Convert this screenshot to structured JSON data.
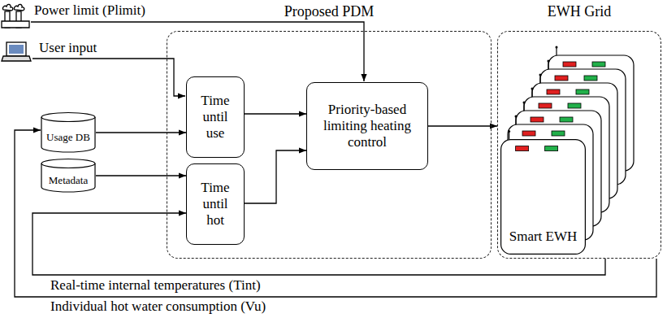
{
  "diagram": {
    "nodes": [
      {
        "text": [
          "Usage DB"
        ]
      },
      {
        "text": [
          "Metadata"
        ]
      },
      {
        "text": [
          "Proposed PDM"
        ]
      },
      {
        "text": [
          "Time until use"
        ],
        "in": 2
      },
      {
        "text": [
          "Time until hot"
        ],
        "in": 2
      },
      {
        "text": [
          "Priority-based limiting heating control"
        ],
        "in": 2
      },
      {
        "text": [
          "EWH Grid"
        ]
      },
      {
        "text": [
          "Smart EWH"
        ],
        "in": 6
      }
    ],
    "edges": [
      {
        "from": 0,
        "to": 3,
        "arrow": "to"
      },
      {
        "from": 1,
        "to": 4,
        "arrow": "to"
      },
      {
        "from": 3,
        "to": 5,
        "arrow": "to"
      },
      {
        "from": 4,
        "to": 5,
        "arrow": "to"
      },
      {
        "from": 5,
        "to": 6,
        "arrow": "to"
      },
      {
        "from": 6,
        "to": 4,
        "label": "Real-time internal temperatures (Tint)",
        "arrow": "to"
      },
      {
        "from": 6,
        "to": 0,
        "label": "Individual hot water consumption (Vu)",
        "arrow": "to"
      }
    ],
    "labels": [
      "Power limit (Plimit)",
      "User input"
    ]
  }
}
